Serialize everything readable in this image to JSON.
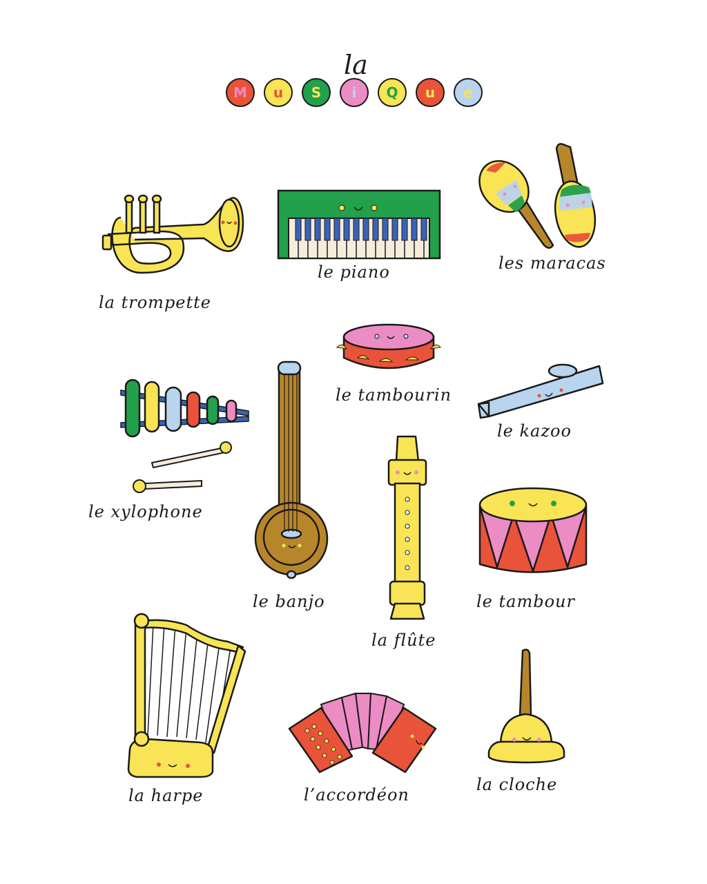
{
  "title": {
    "article": "la",
    "word_letters": [
      {
        "char": "M",
        "bg": "#e8533a",
        "fg": "#ec8cc4"
      },
      {
        "char": "u",
        "bg": "#f8e454",
        "fg": "#e8533a"
      },
      {
        "char": "S",
        "bg": "#22a04b",
        "fg": "#f8e454"
      },
      {
        "char": "i",
        "bg": "#ec8cc4",
        "fg": "#b8d4ee"
      },
      {
        "char": "Q",
        "bg": "#f8e454",
        "fg": "#22a04b"
      },
      {
        "char": "u",
        "bg": "#e8533a",
        "fg": "#f8e454"
      },
      {
        "char": "e",
        "bg": "#b8d4ee",
        "fg": "#f8e454"
      }
    ]
  },
  "instruments": [
    {
      "id": "trompette",
      "label": "la trompette"
    },
    {
      "id": "piano",
      "label": "le piano"
    },
    {
      "id": "maracas",
      "label": "les   maracas"
    },
    {
      "id": "tambourin",
      "label": "le tambourin"
    },
    {
      "id": "kazoo",
      "label": "le kazoo"
    },
    {
      "id": "xylophone",
      "label": "le xylophone"
    },
    {
      "id": "banjo",
      "label": "le banjo"
    },
    {
      "id": "flute",
      "label": "la flûte"
    },
    {
      "id": "tambour",
      "label": "le tambour"
    },
    {
      "id": "harpe",
      "label": "la harpe"
    },
    {
      "id": "accordeon",
      "label": "l’accordéon"
    },
    {
      "id": "cloche",
      "label": "la cloche"
    }
  ],
  "colors": {
    "yellow": "#f8e454",
    "red": "#e8533a",
    "green": "#22a04b",
    "pink": "#ec8cc4",
    "light_blue": "#b8d4ee",
    "blue": "#3a63b8",
    "brown": "#b8862a",
    "cream": "#f6ecdc",
    "outline": "#1a1a1a"
  }
}
